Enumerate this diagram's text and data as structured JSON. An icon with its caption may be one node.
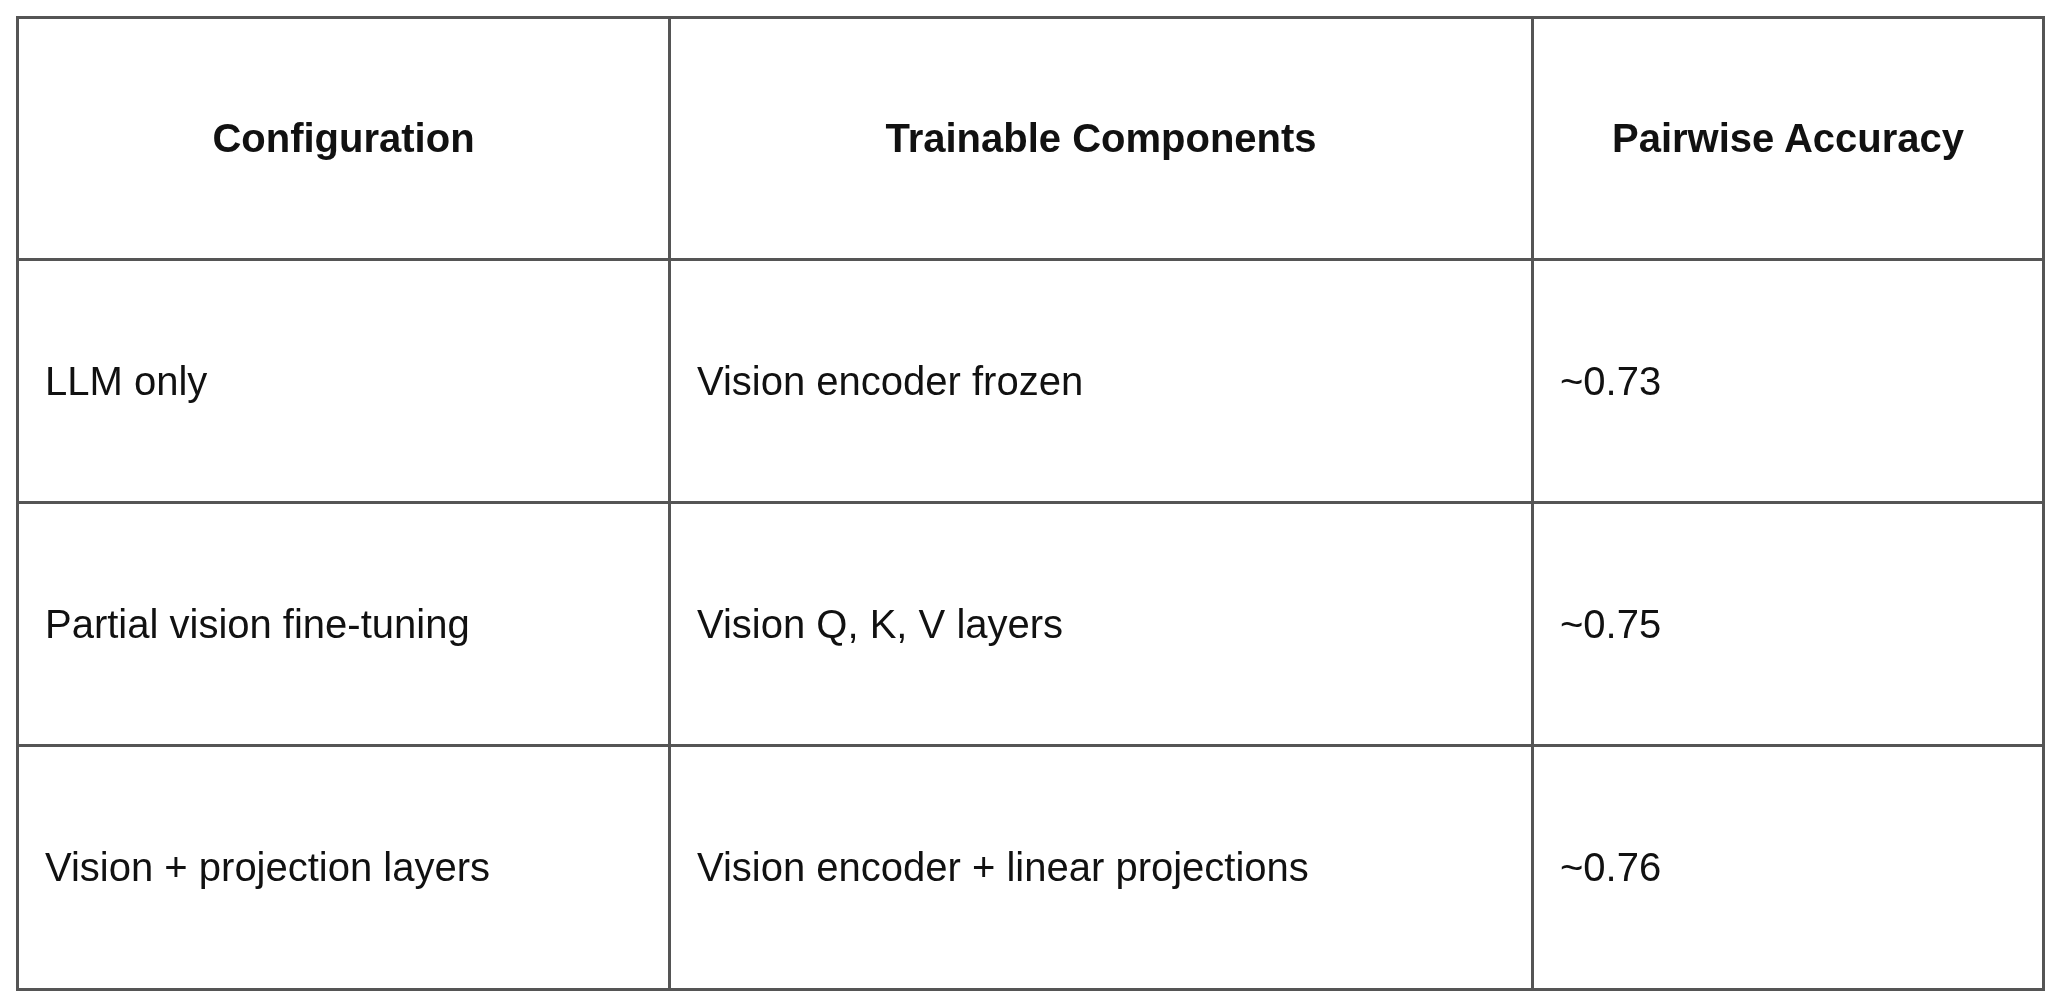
{
  "diagram": {
    "labels": [
      "Configuration",
      "Trainable Components",
      "Pairwise Accuracy",
      "LLM only",
      "Vision encoder frozen",
      "~0.73",
      "Partial vision fine-tuning",
      "Vision Q, K, V layers",
      "~0.75",
      "Vision + projection layers",
      "Vision encoder + linear projections",
      "~0.76"
    ]
  }
}
